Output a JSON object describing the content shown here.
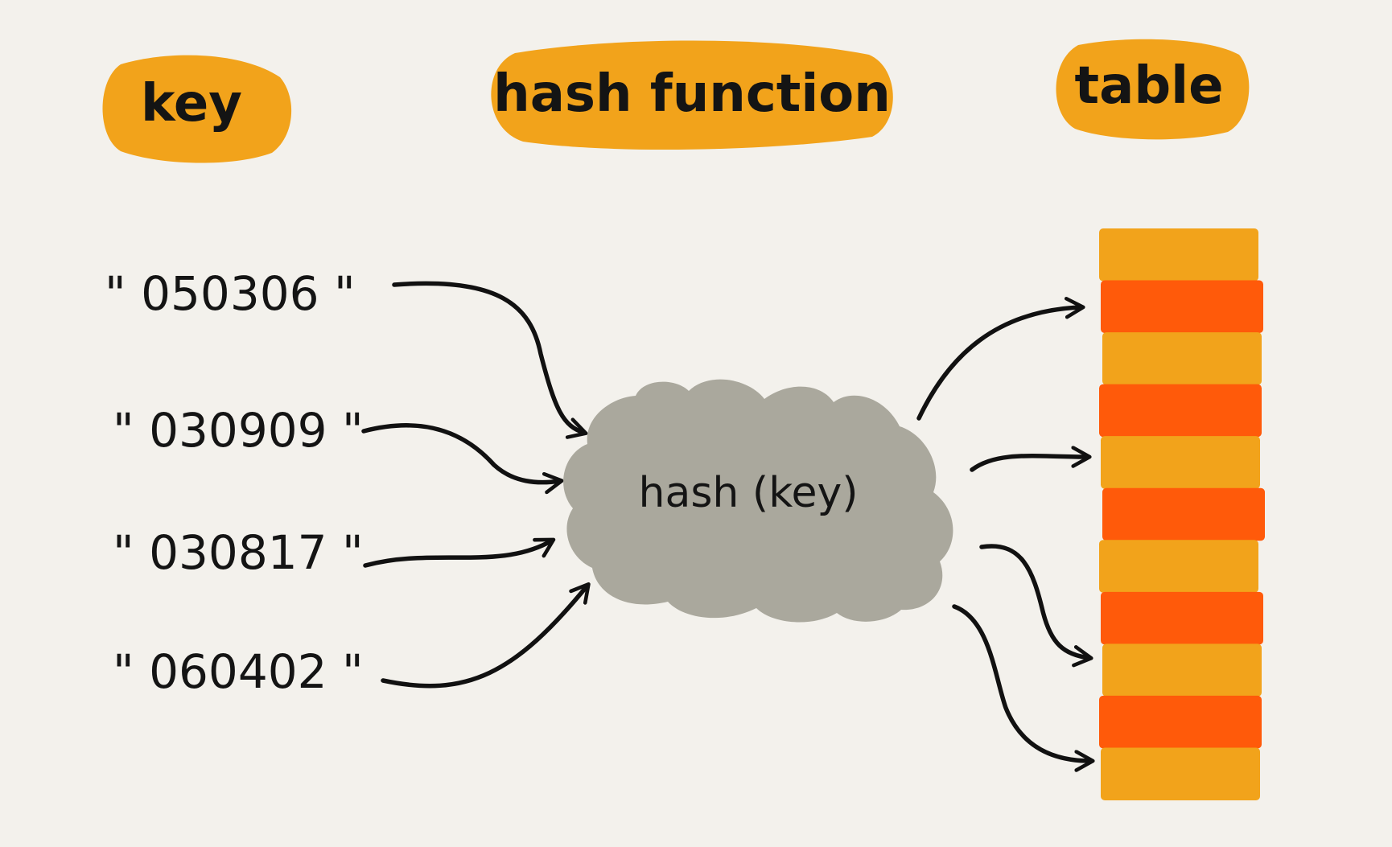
{
  "headers": {
    "key": "key",
    "hash_function": "hash function",
    "table": "table"
  },
  "keys": [
    "\" 050306 \"",
    "\" 030909 \"",
    "\" 030817 \"",
    "\" 060402 \""
  ],
  "function_label": "hash (key)",
  "table": {
    "slot_count": 11,
    "colors": [
      "#f2a31b",
      "#ff5a0a"
    ]
  },
  "colors": {
    "background": "#f3f1ec",
    "header_blob": "#f2a31b",
    "cloud": "#aaa89d",
    "ink": "#111111"
  }
}
